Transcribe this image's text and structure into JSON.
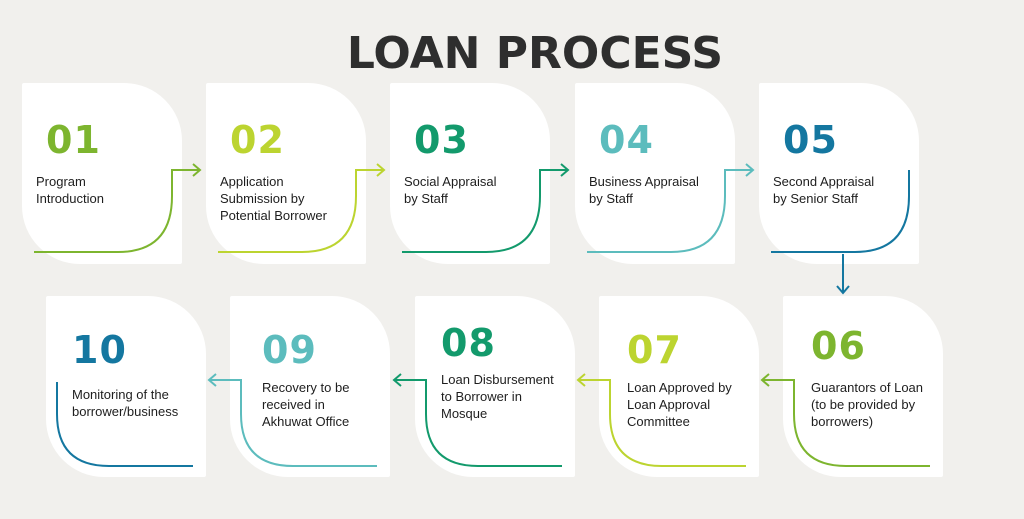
{
  "title": "LOAN PROCESS",
  "colors": {
    "lime": "#7db52f",
    "yellowgreen": "#bcd430",
    "green": "#139a6c",
    "teal": "#5cbcbd",
    "blue": "#1477a0",
    "text": "#1e1e1e",
    "title": "#2e2e2e"
  },
  "steps": [
    {
      "num": "01",
      "label": "Program\nIntroduction",
      "color": "#7db52f"
    },
    {
      "num": "02",
      "label": "Application\nSubmission by\nPotential Borrower",
      "color": "#bcd430"
    },
    {
      "num": "03",
      "label": "Social Appraisal\nby Staff",
      "color": "#139a6c"
    },
    {
      "num": "04",
      "label": "Business Appraisal\nby Staff",
      "color": "#5cbcbd"
    },
    {
      "num": "05",
      "label": "Second Appraisal\nby Senior Staff",
      "color": "#1477a0"
    },
    {
      "num": "06",
      "label": "Guarantors of Loan\n(to be provided by\nborrowers)",
      "color": "#7db52f"
    },
    {
      "num": "07",
      "label": "Loan Approved by\nLoan Approval\nCommittee",
      "color": "#bcd430"
    },
    {
      "num": "08",
      "label": "Loan Disbursement\nto Borrower in\nMosque",
      "color": "#139a6c"
    },
    {
      "num": "09",
      "label": "Recovery to be\nreceived in\nAkhuwat Office",
      "color": "#5cbcbd"
    },
    {
      "num": "10",
      "label": "Monitoring of the\nborrower/business",
      "color": "#1477a0"
    }
  ]
}
